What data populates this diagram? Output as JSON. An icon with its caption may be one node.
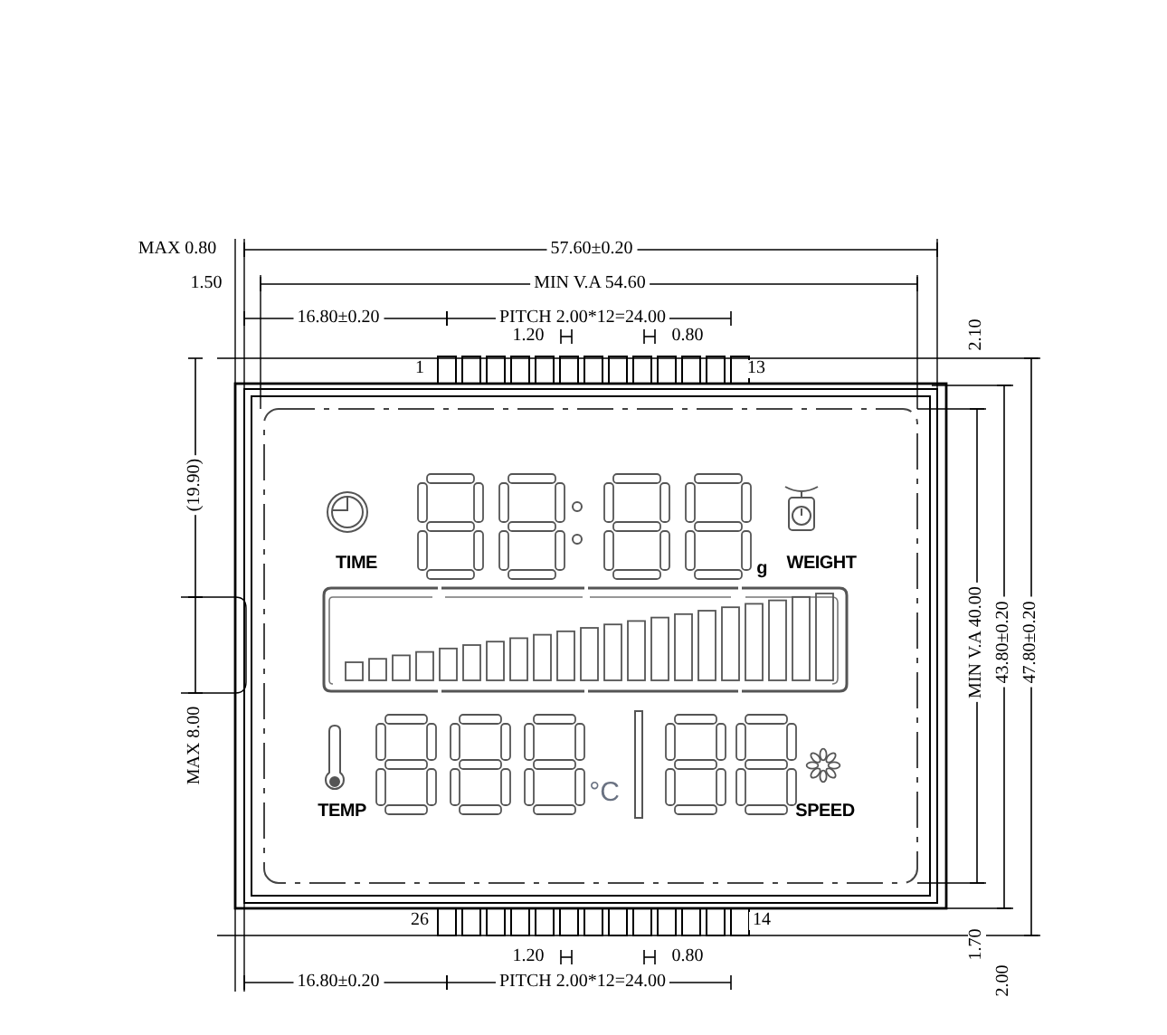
{
  "diagram": {
    "labels": [
      "MAX 0.80",
      "57.60±0.20",
      "1.50",
      "MIN V.A 54.60",
      "16.80±0.20",
      "PITCH 2.00*12=24.00",
      "1.20",
      "0.80",
      "2.10",
      "1",
      "13",
      "(19.90)",
      "TIME",
      "g",
      "WEIGHT",
      "MIN V.A 40.00",
      "43.80±0.20",
      "47.80±0.20",
      "MAX 8.00",
      "°C",
      "TEMP",
      "SPEED",
      "26",
      "14",
      "1.70",
      "1.20",
      "0.80",
      "2.00",
      "16.80±0.20",
      "PITCH 2.00*12=24.00"
    ]
  }
}
